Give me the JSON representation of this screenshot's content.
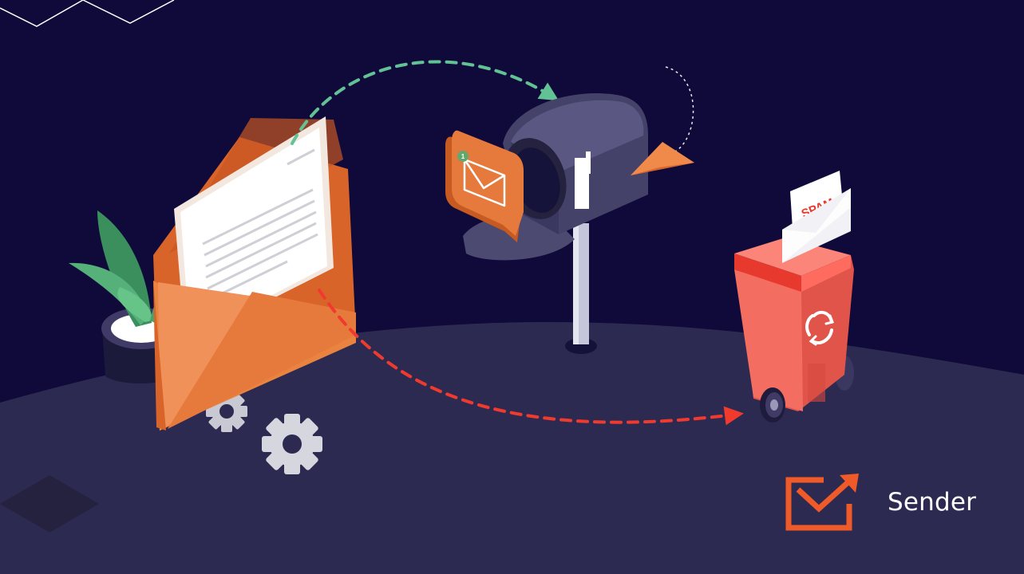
{
  "brand": {
    "name": "Sender"
  },
  "trash_bin": {
    "spam_label": "SPAM"
  },
  "notification": {
    "badge_count": "1"
  },
  "colors": {
    "background": "#0f0a3a",
    "floor": "#2d2a52",
    "envelope_orange": "#e67a3c",
    "mailbox_body": "#4d4a72",
    "bin_red": "#f06a5e",
    "plant_green": "#56b07a",
    "delivered_path": "#62c296",
    "spam_path": "#f03a2e",
    "brand_orange": "#f05a28"
  },
  "icons": [
    "gear-icon",
    "recycle-icon",
    "envelope-icon",
    "paper-plane-icon",
    "sender-logo-icon"
  ]
}
